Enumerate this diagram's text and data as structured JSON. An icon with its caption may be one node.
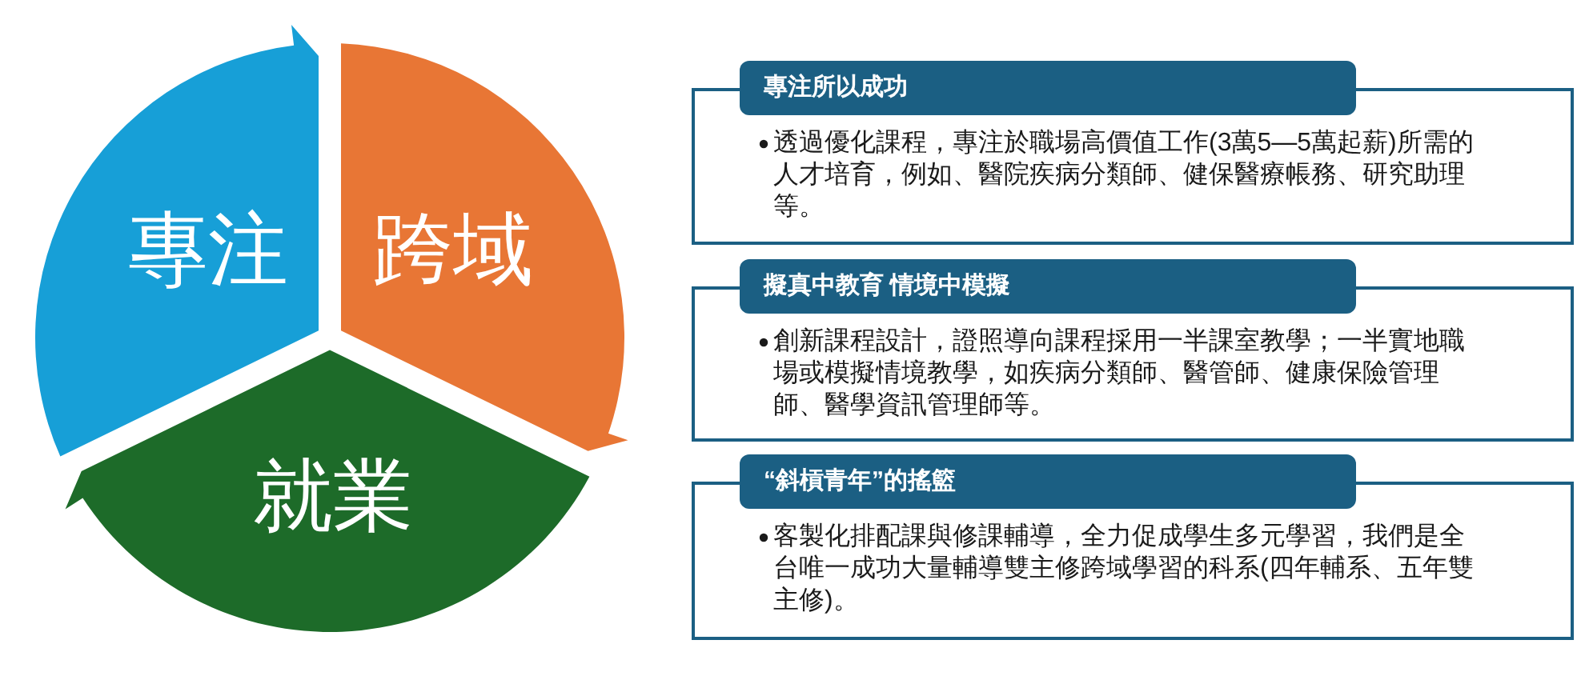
{
  "diagram": {
    "nodes": [
      {
        "text": [
          "專注"
        ]
      },
      {
        "text": [
          "跨域"
        ]
      },
      {
        "text": [
          "就業"
        ]
      },
      {
        "text": [
          "專注所以成功",
          "透過優化課程，專注於職場高價值工作(3萬5—5萬起薪)所需的人才培育，例如、醫院疾病分類師、健保醫療帳務、研究助理等。"
        ]
      },
      {
        "text": [
          "擬真中教育 情境中模擬",
          "創新課程設計，證照導向課程採用一半課室教學；一半實地職場或模擬情境教學，如疾病分類師、醫管師、健康保險管理師、醫學資訊管理師等。"
        ]
      },
      {
        "text": [
          "“斜槓青年”的搖籃",
          "客製化排配課與修課輔導，全力促成學生多元學習，我們是全台唯一成功大量輔導雙主修跨域學習的科系(四年輔系、五年雙主修)。"
        ]
      }
    ]
  }
}
